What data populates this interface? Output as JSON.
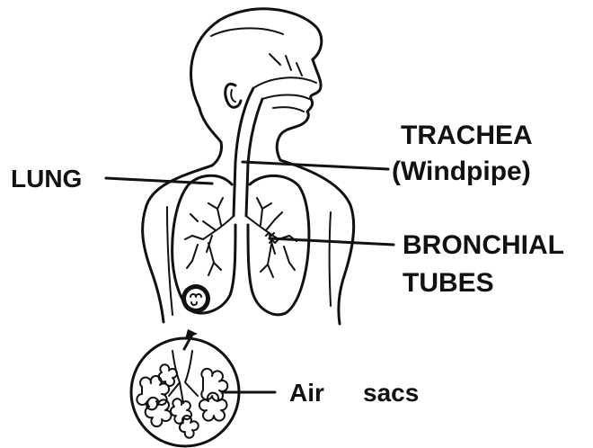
{
  "labels": {
    "lung": "LUNG",
    "trachea": "TRACHEA",
    "trachea_sub": "(Windpipe)",
    "bronchial_1": "BRONCHIAL",
    "bronchial_2": "TUBES",
    "air_sacs_1": "Air",
    "air_sacs_2": "sacs"
  }
}
